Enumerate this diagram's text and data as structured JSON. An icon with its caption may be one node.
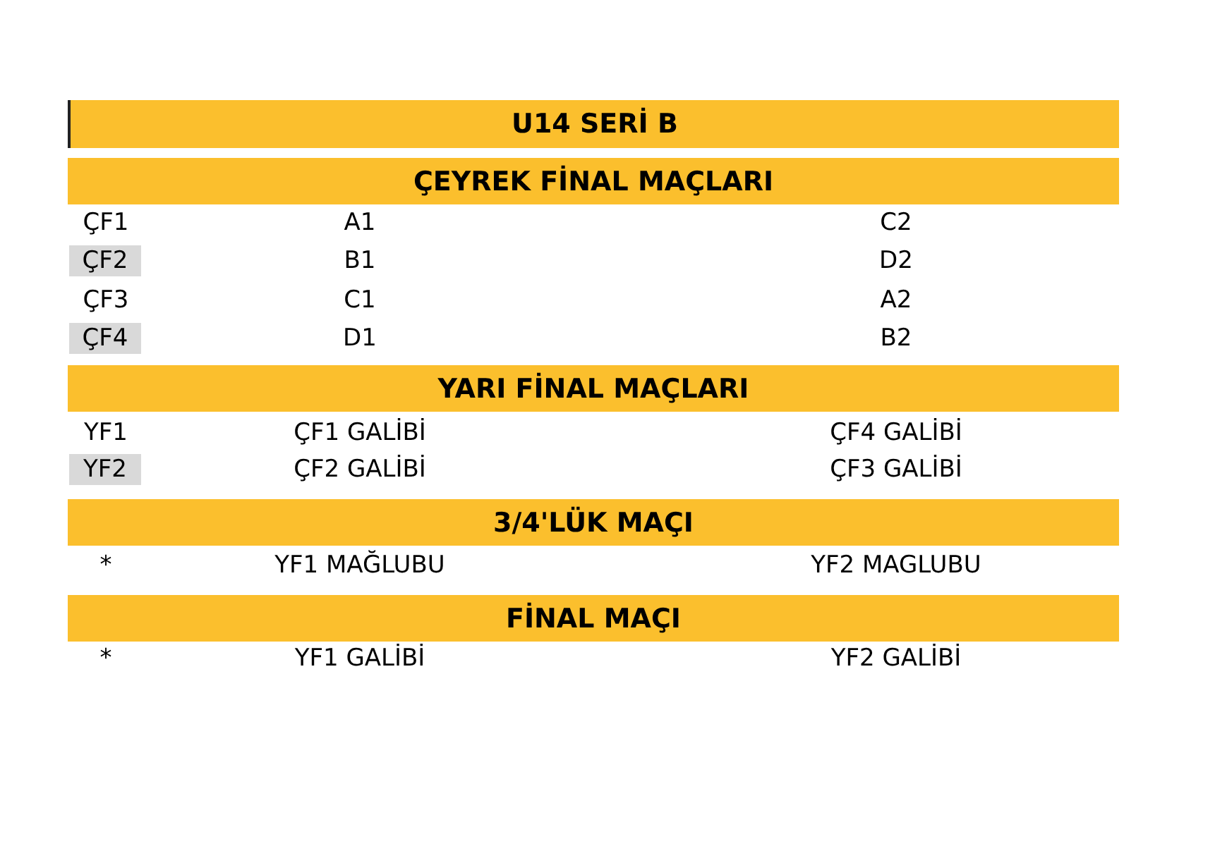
{
  "diagram": {
    "title": "U14 SERİ B",
    "nodes": [
      {
        "text": [
          "ÇEYREK FİNAL MAÇLARI"
        ]
      },
      {
        "text": [
          "YARI FİNAL MAÇLARI"
        ]
      },
      {
        "text": [
          "3/4'LÜK MAÇI"
        ]
      },
      {
        "text": [
          "FİNAL MAÇI"
        ]
      }
    ],
    "labels": [
      "ÇF1",
      "A1",
      "C2",
      "ÇF2",
      "B1",
      "D2",
      "ÇF3",
      "C1",
      "A2",
      "ÇF4",
      "D1",
      "B2",
      "YF1",
      "ÇF1 GALİBİ",
      "ÇF4 GALİBİ",
      "YF2",
      "ÇF2 GALİBİ",
      "ÇF3 GALİBİ",
      "*",
      "YF1 MAĞLUBU",
      "YF2 MAGLUBU",
      "*",
      "YF1 GALİBİ",
      "YF2 GALİBİ"
    ]
  }
}
